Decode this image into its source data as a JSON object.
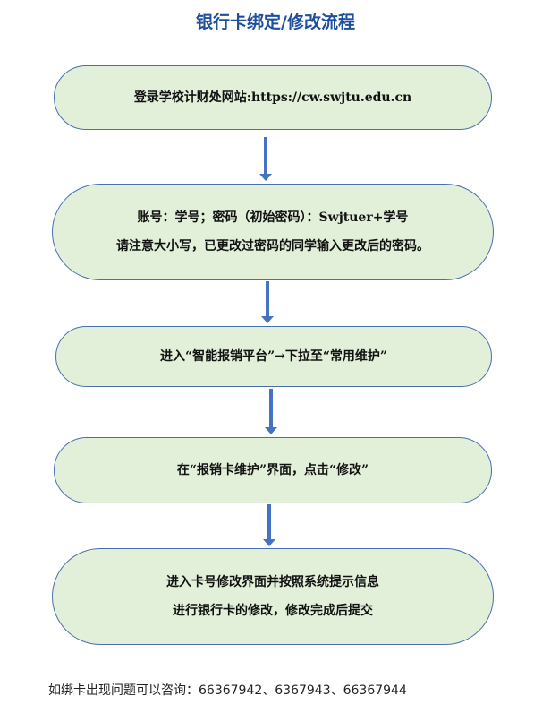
{
  "title": "银行卡绑定/修改流程",
  "steps": [
    {
      "lines": [
        "登录学校计财处网站:https://cw.swjtu.edu.cn"
      ]
    },
    {
      "lines": [
        "账号：学号；密码（初始密码）：Swjtuer+学号",
        "请注意大小写，已更改过密码的同学输入更改后的密码。"
      ]
    },
    {
      "lines": [
        "进入“智能报销平台”→下拉至“常用维护”"
      ]
    },
    {
      "lines": [
        "在“报销卡维护”界面，点击“修改”"
      ]
    },
    {
      "lines": [
        "进入卡号修改界面并按照系统提示信息",
        "进行银行卡的修改，修改完成后提交"
      ]
    }
  ],
  "footer": "如绑卡出现问题可以咨询：66367942、6367943、66367944",
  "colors": {
    "title": "#1f4e9c",
    "box_fill": "#e2efd9",
    "box_border": "#4a6fb0",
    "arrow": "#4472c4"
  }
}
